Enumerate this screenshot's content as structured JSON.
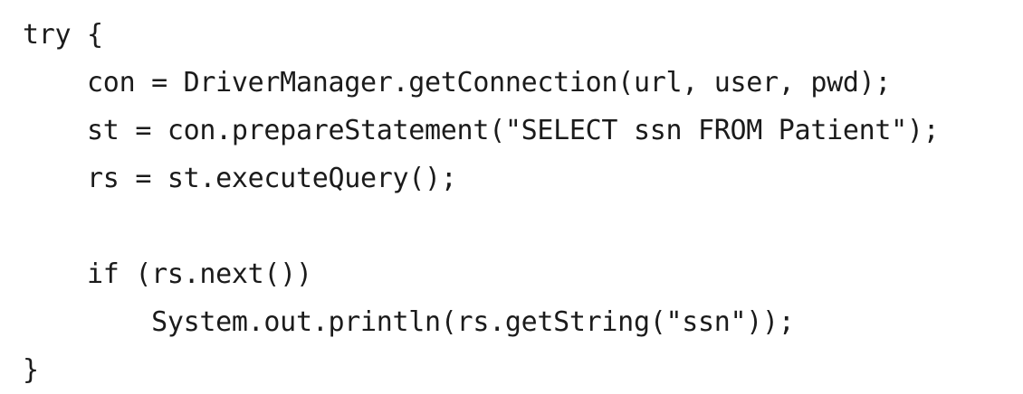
{
  "snippet": {
    "language": "java",
    "background_color": "#ffffff",
    "text_color": "#1b1b1b",
    "indent_unit": "    ",
    "lines": [
      {
        "id": "line-1",
        "text": "try {",
        "indent": 0,
        "blank": false
      },
      {
        "id": "line-2",
        "text": "    con = DriverManager.getConnection(url, user, pwd);",
        "indent": 1,
        "blank": false
      },
      {
        "id": "line-3",
        "text": "    st = con.prepareStatement(\"SELECT ssn FROM Patient\");",
        "indent": 1,
        "blank": false
      },
      {
        "id": "line-4",
        "text": "    rs = st.executeQuery();",
        "indent": 1,
        "blank": false
      },
      {
        "id": "line-5",
        "text": "",
        "indent": 0,
        "blank": true
      },
      {
        "id": "line-6",
        "text": "    if (rs.next())",
        "indent": 1,
        "blank": false
      },
      {
        "id": "line-7",
        "text": "        System.out.println(rs.getString(\"ssn\"));",
        "indent": 2,
        "blank": false
      },
      {
        "id": "line-8",
        "text": "}",
        "indent": 0,
        "blank": false
      }
    ]
  }
}
